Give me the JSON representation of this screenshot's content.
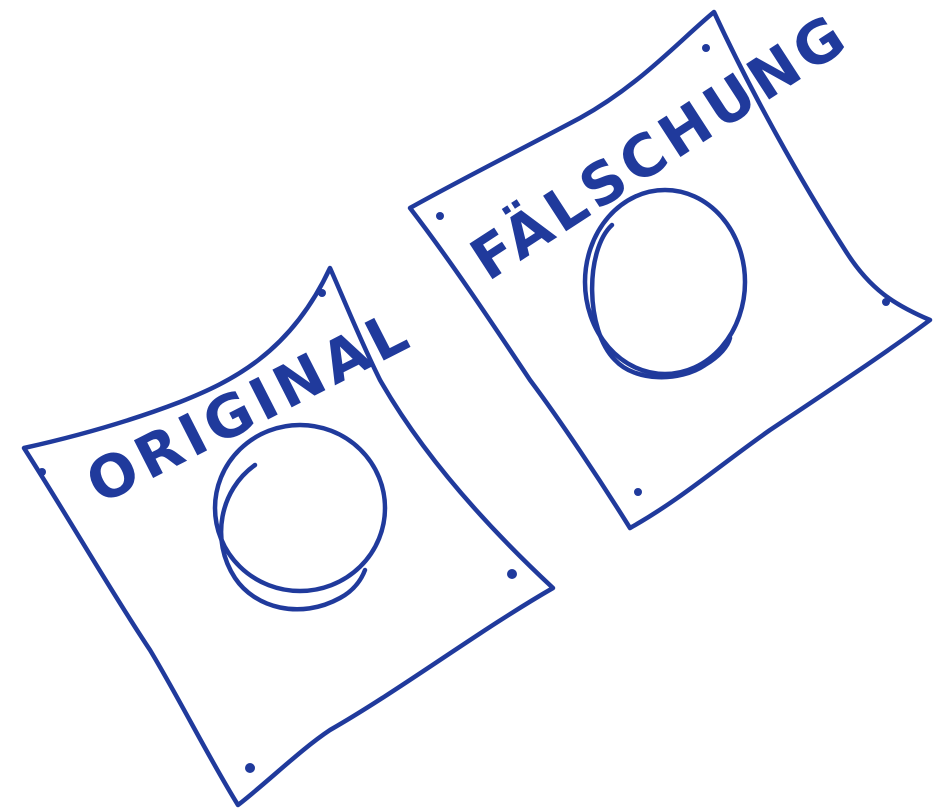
{
  "ink_color": "#203a9c",
  "background_color": "#ffffff",
  "cards": [
    {
      "name": "original",
      "label": "ORIGINAL",
      "content": "circle"
    },
    {
      "name": "faelschung",
      "label": "FÄLSCHUNG",
      "content": "circle"
    }
  ]
}
